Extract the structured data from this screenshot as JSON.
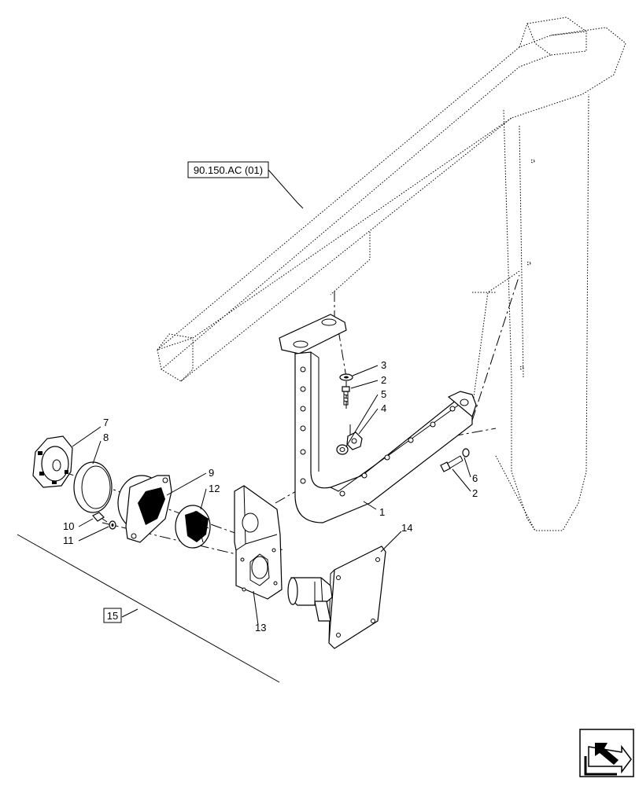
{
  "reference_labels": {
    "section_ref": "90.150.AC (01)",
    "assembly_ref": "15"
  },
  "callouts": {
    "c1": "1",
    "c2a": "2",
    "c2b": "2",
    "c3": "3",
    "c4": "4",
    "c5": "5",
    "c6": "6",
    "c7": "7",
    "c8": "8",
    "c9": "9",
    "c10": "10",
    "c11": "11",
    "c12": "12",
    "c13": "13",
    "c14": "14"
  },
  "nav_icon": "next-page-arrow-icon"
}
